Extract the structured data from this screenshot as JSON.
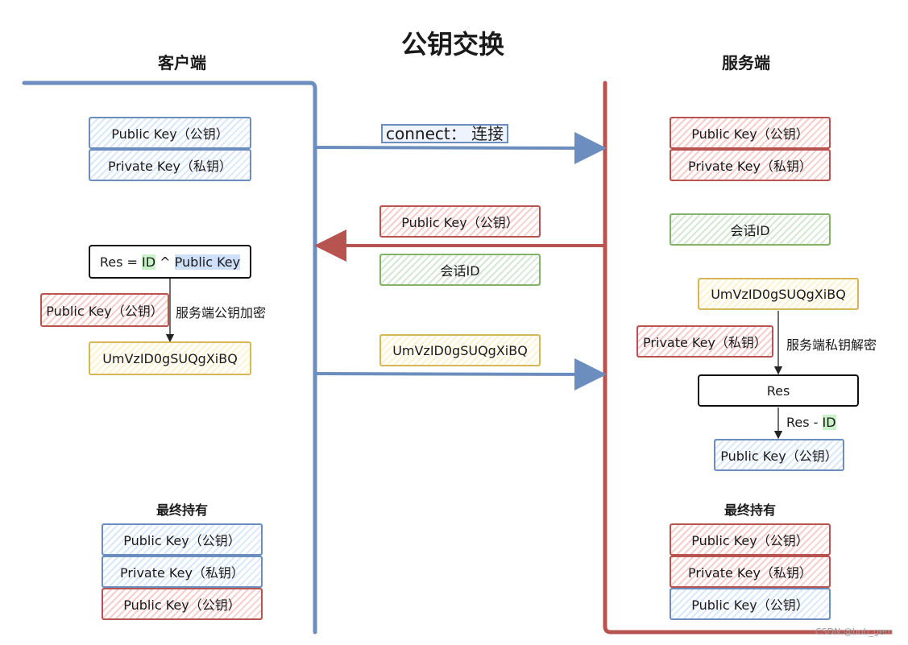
{
  "title": "公钥交换",
  "client": {
    "heading": "客户端",
    "keys": {
      "public": "Public Key（公钥）",
      "private": "Private Key（私钥）"
    },
    "res_formula": {
      "prefix": "Res = ",
      "id": "ID",
      "op": " ^ ",
      "pubkey": "Public Key"
    },
    "server_pubkey": "Public Key（公钥）",
    "encrypt_label": "服务端公钥加密",
    "ciphertext": "UmVzID0gSUQgXiBQ",
    "final_heading": "最终持有",
    "final_keys": [
      "Public Key（公钥）",
      "Private Key（私钥）",
      "Public Key（公钥）"
    ]
  },
  "middle": {
    "connect_label": "connect：  连接",
    "server_pubkey": "Public Key（公钥）",
    "session_id": "会话ID",
    "ciphertext": "UmVzID0gSUQgXiBQ"
  },
  "server": {
    "heading": "服务端",
    "keys": {
      "public": "Public Key（公钥）",
      "private": "Private Key（私钥）"
    },
    "session_id": "会话ID",
    "ciphertext": "UmVzID0gSUQgXiBQ",
    "private_key": "Private Key（私钥）",
    "decrypt_label": "服务端私钥解密",
    "res": "Res",
    "res_minus": {
      "prefix": "Res - ",
      "id": "ID"
    },
    "recovered_pubkey": "Public Key（公钥）",
    "final_heading": "最终持有",
    "final_keys": [
      "Public Key（公钥）",
      "Private Key（私钥）",
      "Public Key（公钥）"
    ]
  },
  "watermark": "CSDN @bob_gem",
  "colors": {
    "client_line": "#6c8ebf",
    "server_line": "#b85450",
    "blue_fill": "#dae8fc",
    "red_fill": "#f8cecc",
    "green_fill": "#d5e8d4",
    "yellow_fill": "#fff2cc"
  }
}
